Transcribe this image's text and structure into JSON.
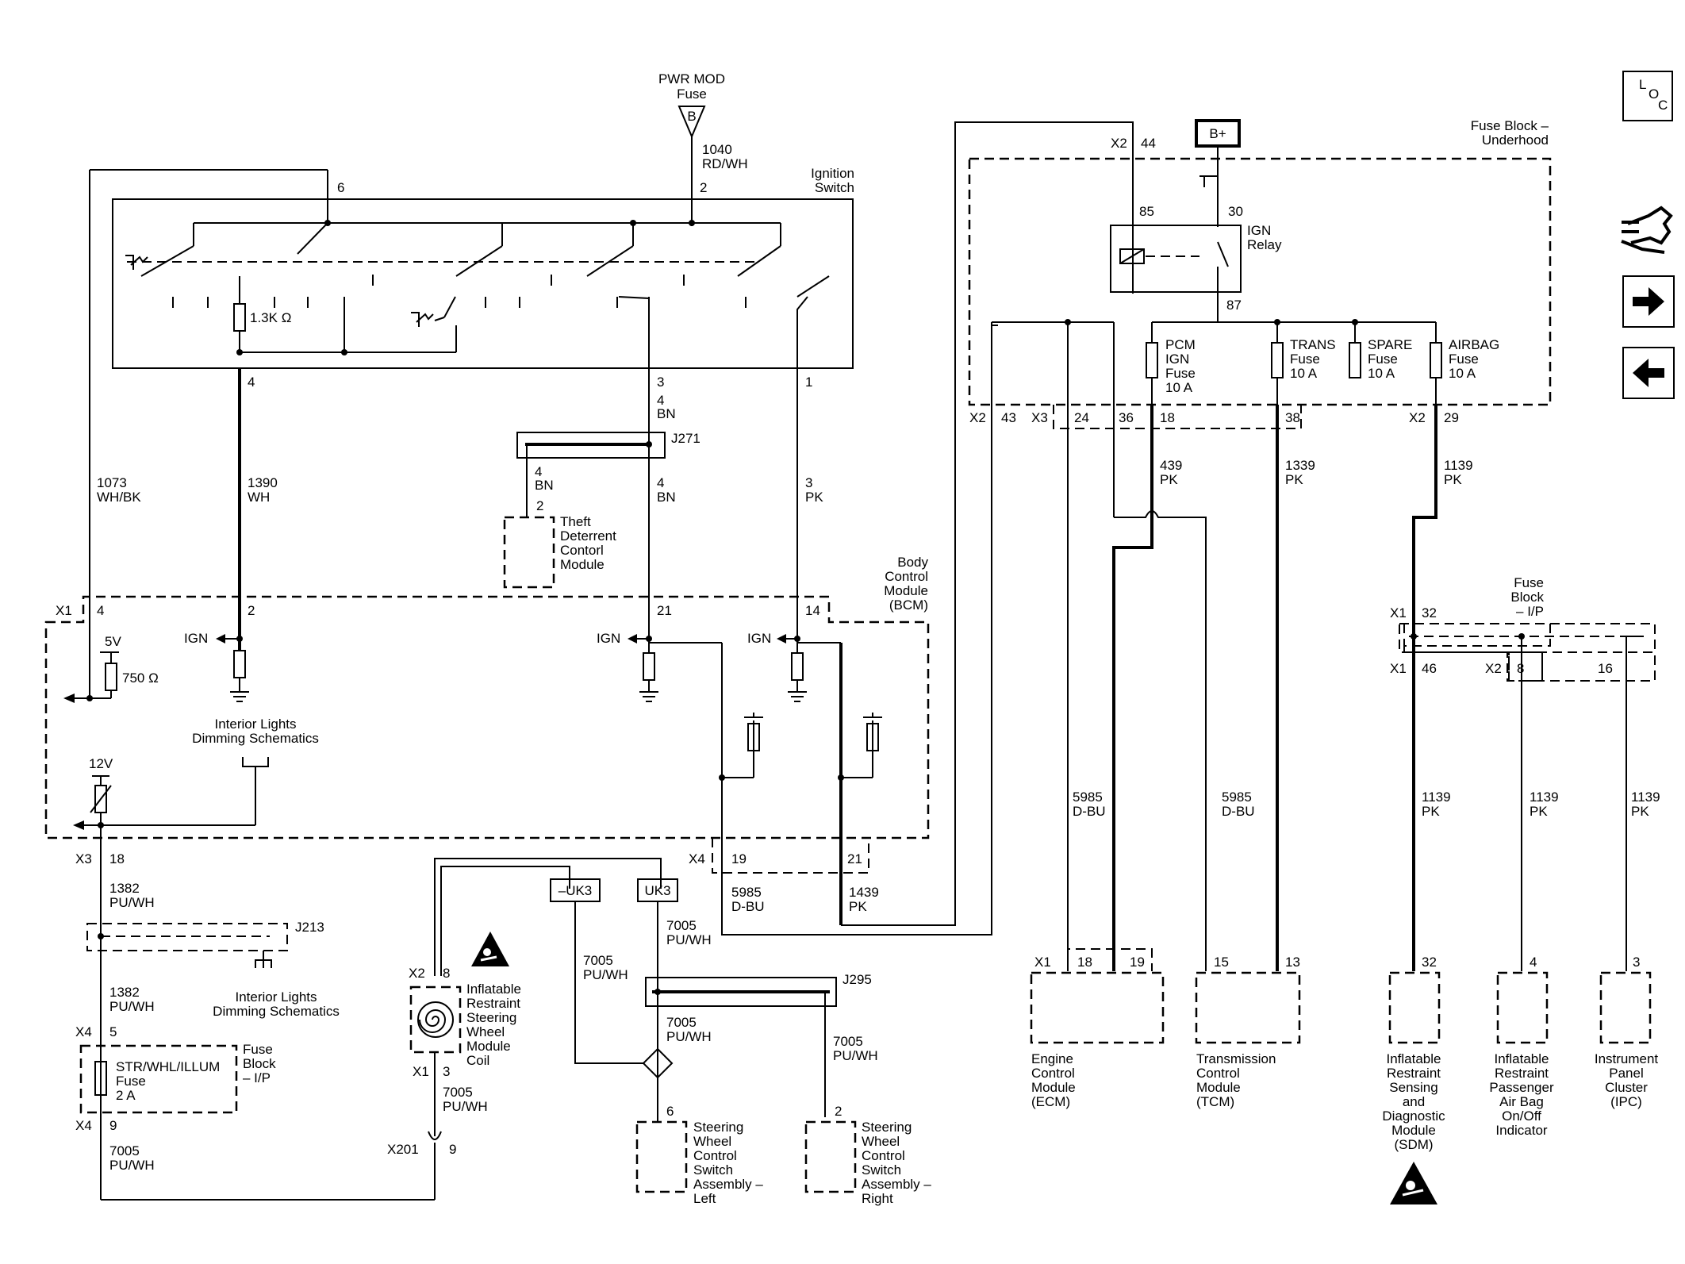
{
  "power_source": {
    "title_line1": "PWR MOD",
    "title_line2": "Fuse",
    "terminal": "B",
    "circuit": "1040",
    "color": "RD/WH",
    "pin": "2"
  },
  "ignition_switch": {
    "title_line1": "Ignition",
    "title_line2": "Switch",
    "pin6": "6",
    "pin4": "4",
    "pin3": "3",
    "pin1": "1",
    "resistor": "1.3K Ω"
  },
  "fuse_block_underhood": {
    "title_line1": "Fuse Block –",
    "title_line2": "Underhood",
    "bplus": "B+",
    "relay": {
      "line1": "IGN",
      "line2": "Relay",
      "p85": "85",
      "p30": "30",
      "p87": "87"
    },
    "x2_44": "X2",
    "pin44": "44",
    "fuses": [
      {
        "l1": "PCM",
        "l2": "IGN",
        "l3": "Fuse",
        "l4": "10 A"
      },
      {
        "l1": "TRANS",
        "l2": "Fuse",
        "l3": "10 A",
        "l4": ""
      },
      {
        "l1": "SPARE",
        "l2": "Fuse",
        "l3": "10 A",
        "l4": ""
      },
      {
        "l1": "AIRBAG",
        "l2": "Fuse",
        "l3": "10 A",
        "l4": ""
      }
    ],
    "bottom_pins": {
      "x2a": "X2",
      "p43": "43",
      "x3": "X3",
      "p24": "24",
      "p36": "36",
      "p18": "18",
      "p38": "38",
      "x2b": "X2",
      "p29": "29"
    }
  },
  "wires": {
    "w1073": {
      "num": "1073",
      "color": "WH/BK"
    },
    "w1390": {
      "num": "1390",
      "color": "WH"
    },
    "w4bn_top": {
      "num": "4",
      "color": "BN"
    },
    "w4bn_left": {
      "num": "4",
      "color": "BN"
    },
    "w4bn_right": {
      "num": "4",
      "color": "BN"
    },
    "w3pk": {
      "num": "3",
      "color": "PK"
    },
    "w439": {
      "num": "439",
      "color": "PK"
    },
    "w1339": {
      "num": "1339",
      "color": "PK"
    },
    "w1139_top": {
      "num": "1139",
      "color": "PK"
    },
    "w5985_ecm": {
      "num": "5985",
      "color": "D-BU"
    },
    "w5985_tcm": {
      "num": "5985",
      "color": "D-BU"
    },
    "w5985_bcm": {
      "num": "5985",
      "color": "D-BU"
    },
    "w1439": {
      "num": "1439",
      "color": "PK"
    },
    "w1139_a": {
      "num": "1139",
      "color": "PK"
    },
    "w1139_b": {
      "num": "1139",
      "color": "PK"
    },
    "w1139_c": {
      "num": "1139",
      "color": "PK"
    },
    "w1382_a": {
      "num": "1382",
      "color": "PU/WH"
    },
    "w1382_b": {
      "num": "1382",
      "color": "PU/WH"
    },
    "w7005_a": {
      "num": "7005",
      "color": "PU/WH"
    },
    "w7005_b": {
      "num": "7005",
      "color": "PU/WH"
    },
    "w7005_c": {
      "num": "7005",
      "color": "PU/WH"
    },
    "w7005_d": {
      "num": "7005",
      "color": "PU/WH"
    },
    "w7005_e": {
      "num": "7005",
      "color": "PU/WH"
    },
    "w7005_f": {
      "num": "7005",
      "color": "PU/WH"
    }
  },
  "splices": {
    "j271": "J271",
    "j213": "J213",
    "j295": "J295"
  },
  "theft": {
    "pin": "2",
    "l1": "Theft",
    "l2": "Deterrent",
    "l3": "Contorl",
    "l4": "Module"
  },
  "bcm": {
    "l1": "Body",
    "l2": "Control",
    "l3": "Module",
    "l4": "(BCM)",
    "x1": "X1",
    "p4": "4",
    "p2": "2",
    "p21": "21",
    "p14": "14",
    "ign1": "IGN",
    "ign2": "IGN",
    "ign3": "IGN",
    "v5": "5V",
    "r750": "750 Ω",
    "v12": "12V",
    "dim1": "Interior Lights",
    "dim2": "Dimming Schematics",
    "x3": "X3",
    "p18": "18",
    "x4": "X4",
    "p19": "19",
    "p21b": "21"
  },
  "dimming_lower": {
    "l1": "Interior Lights",
    "l2": "Dimming Schematics"
  },
  "fuse_ip": {
    "l1": "Fuse",
    "l2": "Block",
    "l3": "– I/P",
    "x4a": "X4",
    "p5": "5",
    "x4b": "X4",
    "p9": "9",
    "fuse_l1": "STR/WHL/ILLUM",
    "fuse_l2": "Fuse",
    "fuse_l3": "2 A"
  },
  "coil": {
    "x2": "X2",
    "p8": "8",
    "x1": "X1",
    "p3": "3",
    "l1": "Inflatable",
    "l2": "Restraint",
    "l3": "Steering",
    "l4": "Wheel",
    "l5": "Module",
    "l6": "Coil"
  },
  "x201": {
    "label": "X201",
    "pin": "9"
  },
  "options": {
    "minus_uk3": "–UK3",
    "uk3": "UK3"
  },
  "swc_left": {
    "pin": "6",
    "l1": "Steering",
    "l2": "Wheel",
    "l3": "Control",
    "l4": "Switch",
    "l5": "Assembly –",
    "l6": "Left"
  },
  "swc_right": {
    "pin": "2",
    "l1": "Steering",
    "l2": "Wheel",
    "l3": "Control",
    "l4": "Switch",
    "l5": "Assembly –",
    "l6": "Right"
  },
  "fuse_block_ip": {
    "l1": "Fuse",
    "l2": "Block",
    "l3": "– I/P",
    "x1a": "X1",
    "p32": "32",
    "x1b": "X1",
    "p46": "46",
    "x2": "X2",
    "p8": "8",
    "p16": "16"
  },
  "ecm": {
    "x1": "X1",
    "p18": "18",
    "p19": "19",
    "l1": "Engine",
    "l2": "Control",
    "l3": "Module",
    "l4": "(ECM)"
  },
  "tcm": {
    "p15": "15",
    "p13": "13",
    "l1": "Transmission",
    "l2": "Control",
    "l3": "Module",
    "l4": "(TCM)"
  },
  "sdm": {
    "pin": "32",
    "l1": "Inflatable",
    "l2": "Restraint",
    "l3": "Sensing",
    "l4": "and",
    "l5": "Diagnostic",
    "l6": "Module",
    "l7": "(SDM)"
  },
  "pab": {
    "pin": "4",
    "l1": "Inflatable",
    "l2": "Restraint",
    "l3": "Passenger",
    "l4": "Air Bag",
    "l5": "On/Off",
    "l6": "Indicator"
  },
  "ipc": {
    "pin": "3",
    "l1": "Instrument",
    "l2": "Panel",
    "l3": "Cluster",
    "l4": "(IPC)"
  },
  "nav": {
    "loc_l": "L",
    "loc_o": "O",
    "loc_c": "C"
  },
  "colors": {
    "ink": "#000000",
    "paper": "#ffffff"
  },
  "icons": [
    "connector-view-icon",
    "next-arrow-icon",
    "previous-arrow-icon",
    "airbag-warning-icon",
    "location-view-icon"
  ]
}
